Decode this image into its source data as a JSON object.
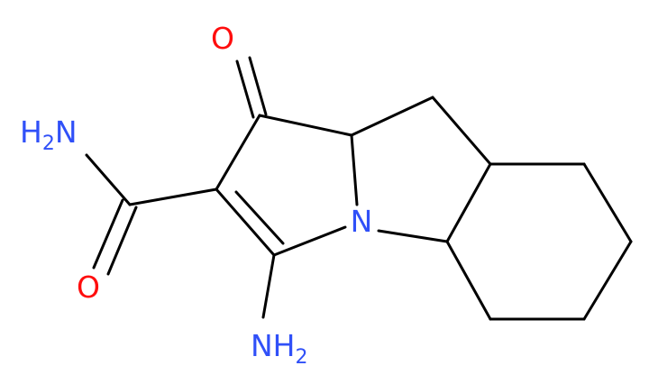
{
  "molecule": {
    "atoms": {
      "ketone_o": {
        "symbol": "O",
        "color": "#FF0D0D"
      },
      "amide_n": {
        "symbol": "H",
        "subscript": "2",
        "suffix": "N",
        "color": "#3050F8"
      },
      "amide_o": {
        "symbol": "O",
        "color": "#FF0D0D"
      },
      "ring_n": {
        "symbol": "N",
        "color": "#3050F8"
      },
      "amino_n": {
        "symbol": "NH",
        "subscript": "2",
        "color": "#3050F8"
      }
    },
    "bond_color": "#000000"
  }
}
